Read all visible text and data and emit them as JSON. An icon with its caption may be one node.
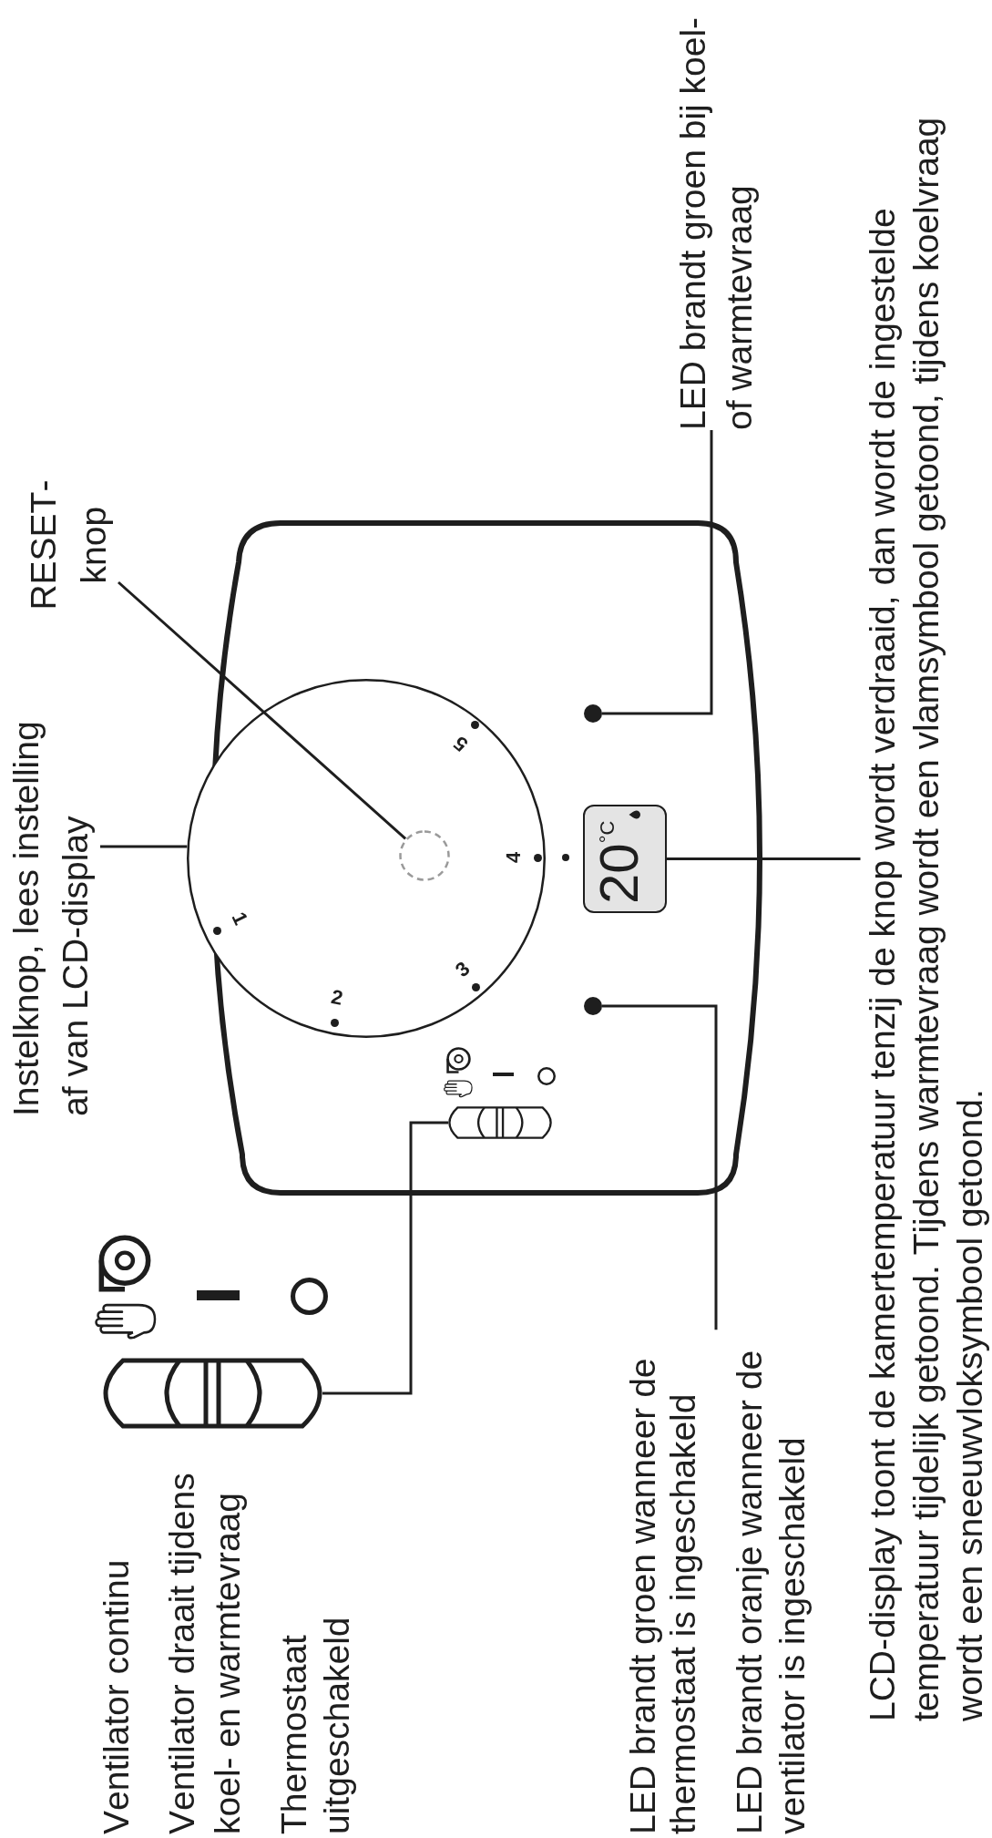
{
  "diagram": {
    "nodes": [
      {
        "text": [
          "Instelknop, lees instelling af van LCD-display"
        ]
      },
      {
        "text": [
          "RESET-knop"
        ]
      },
      {
        "text": [],
        "shape": "picture"
      },
      {
        "text": [],
        "shape": "box"
      },
      {
        "text": [
          "1",
          "2",
          "3",
          "4",
          "5"
        ]
      },
      {
        "text": [],
        "shape": "circle",
        "in": 4
      },
      {
        "text": [],
        "shape": "picture",
        "in": 3
      },
      {
        "text": [],
        "shape": "circle",
        "in": 3
      },
      {
        "text": [
          "20$^{°C}$"
        ],
        "in": 3
      },
      {
        "text": [],
        "shape": "circle",
        "in": 3
      },
      {
        "text": [
          "LED brandt groen wanneer de thermostaat is ingeschakeld",
          "LED brandt oranje wanneer de ventilator is ingeschakeld"
        ]
      },
      {
        "text": [
          "LED brandt groen bij koel- of warmtevraag"
        ]
      },
      {
        "text": [
          "LCD-display toont de kamertemperatuur tenzij de knop wordt verdraaid, dan wordt de ingestelde temperatuur tijdelijk getoond. Tijdens warmtevraag wordt een vlamsymbool getoond, tijdens koelvraag wordt een sneeuwvloksymbool getoond."
        ]
      }
    ],
    "edges": [
      {
        "from": 0,
        "to": 4,
        "arrow": "none"
      },
      {
        "from": 1,
        "to": 5,
        "arrow": "none"
      },
      {
        "from": 2,
        "to": 6,
        "arrow": "none"
      },
      {
        "from": 10,
        "to": 9,
        "arrow": "none"
      },
      {
        "from": 11,
        "to": 7,
        "arrow": "none"
      },
      {
        "from": 12,
        "to": 8,
        "arrow": "none"
      }
    ],
    "labels": [
      "Ventilator continu",
      "Ventilator draait tijdens koel- en warmtevraag",
      "Thermostaat uitgeschakeld"
    ]
  }
}
